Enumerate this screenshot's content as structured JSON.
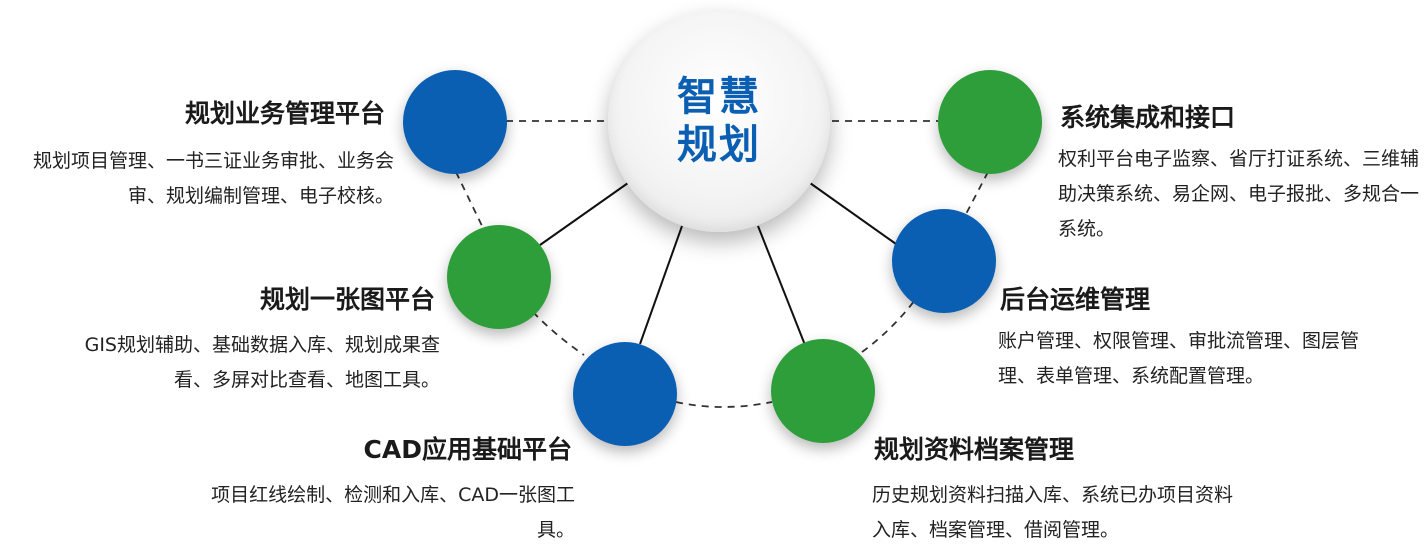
{
  "center": {
    "title": "智慧规划"
  },
  "modules": [
    {
      "id": "business",
      "title": "规划业务管理平台",
      "desc": "规划项目管理、一书三证业务审批、业务会审、规划编制管理、电子校核。",
      "color": "blue"
    },
    {
      "id": "onemap",
      "title": "规划一张图平台",
      "desc": "GIS规划辅助、基础数据入库、规划成果查看、多屏对比查看、地图工具。",
      "color": "green"
    },
    {
      "id": "cad",
      "title": "CAD应用基础平台",
      "desc": "项目红线绘制、检测和入库、CAD一张图工具。",
      "color": "blue"
    },
    {
      "id": "archive",
      "title": "规划资料档案管理",
      "desc": "历史规划资料扫描入库、系统已办项目资料入库、档案管理、借阅管理。",
      "color": "green"
    },
    {
      "id": "ops",
      "title": "后台运维管理",
      "desc": "账户管理、权限管理、审批流管理、图层管理、表单管理、系统配置管理。",
      "color": "blue"
    },
    {
      "id": "integration",
      "title": "系统集成和接口",
      "desc": "权利平台电子监察、省厅打证系统、三维辅助决策系统、易企网、电子报批、多规合一系统。",
      "color": "green"
    }
  ],
  "colors": {
    "blue": "#0b5fb3",
    "green": "#2e9e3a",
    "center_text": "#0b5fb3"
  }
}
